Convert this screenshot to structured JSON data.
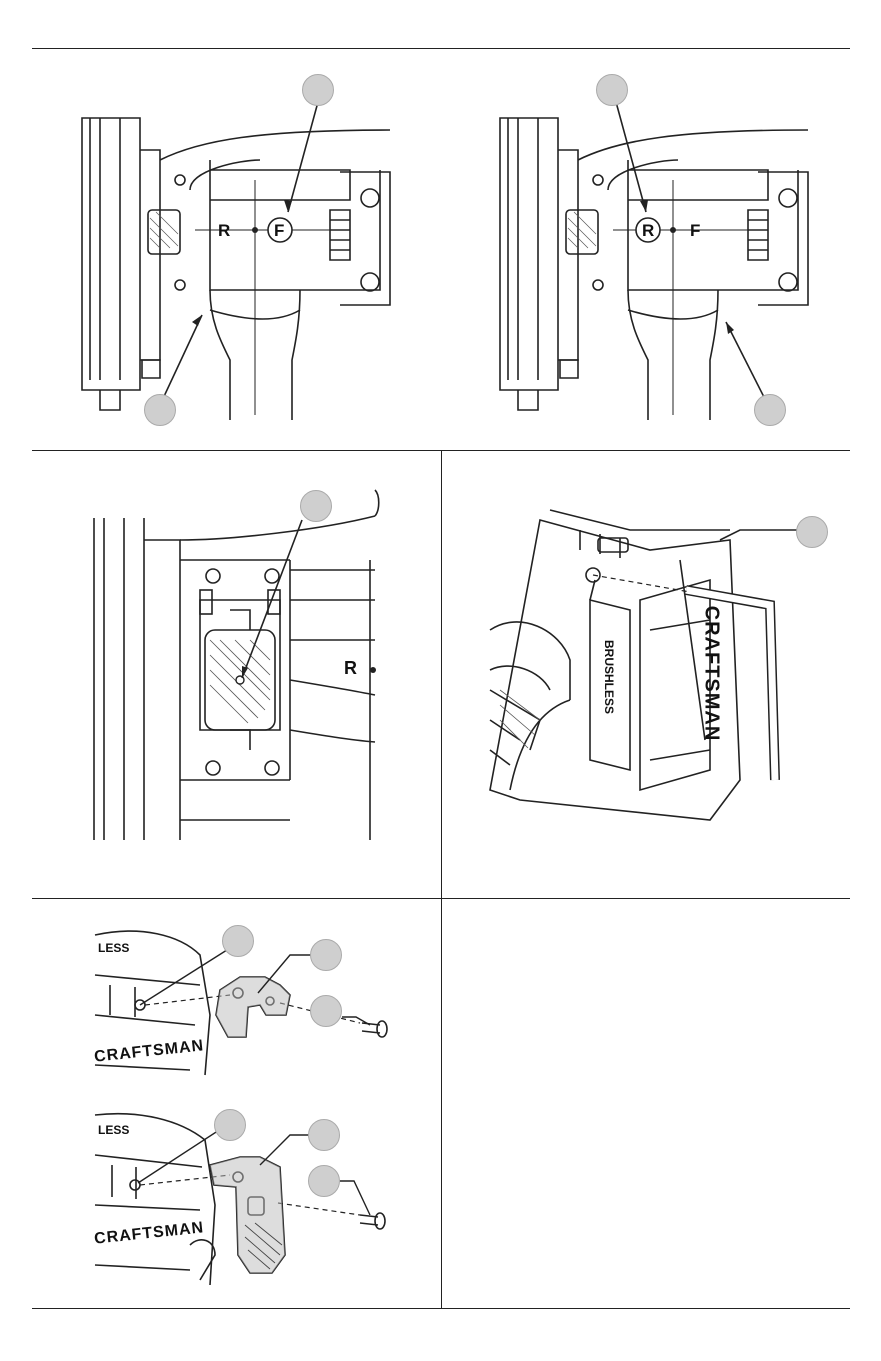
{
  "figures": {
    "fig_a": {
      "selector": {
        "left": "R",
        "right": "F",
        "circled": "F"
      }
    },
    "fig_b": {
      "selector": {
        "left": "R",
        "right": "F",
        "circled": "R"
      }
    },
    "fig_c": {
      "selector": {
        "left": "R"
      }
    },
    "fig_d": {
      "brand": "CRAFTSMAN",
      "badge": "BRUSHLESS"
    },
    "fig_e": {
      "brand": "CRAFTSMAN",
      "badge": "LESS"
    },
    "fig_f": {
      "brand": "CRAFTSMAN",
      "badge": "LESS"
    }
  },
  "colors": {
    "line": "#222222",
    "callout": "#cfcfcf",
    "hatch": "#555555"
  }
}
